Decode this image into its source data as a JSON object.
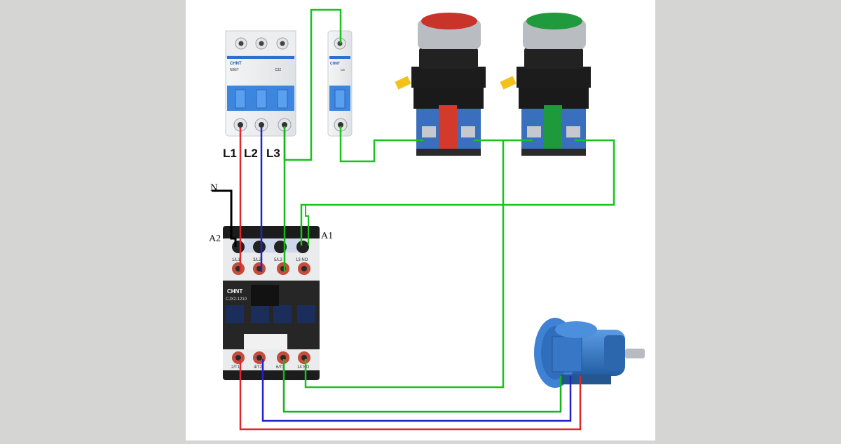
{
  "phase_labels": [
    "L1",
    "L2",
    "L3"
  ],
  "neutral_label": "N",
  "coil_labels": {
    "a2": "A2",
    "a1": "A1"
  },
  "breaker_brand": "CHNT",
  "breaker_model": "NB6T",
  "breaker_rating": "C32",
  "breaker_single_rating": "C6",
  "contactor": {
    "brand": "CHNT",
    "model": "CJX2-1210",
    "top_terminals": [
      "1/L1",
      "3/L2",
      "5/L3",
      "13 NO"
    ],
    "bottom_terminals": [
      "2/T1",
      "4/T2",
      "6/T3",
      "14 NO"
    ]
  },
  "buttons": [
    {
      "color": "#c8342a",
      "function": "stop"
    },
    {
      "color": "#1f9a3c",
      "function": "start"
    }
  ],
  "wire_colors": {
    "l1": "#e0262a",
    "l2": "#2222c8",
    "l3": "#16b51a",
    "control": "#16c41a",
    "neutral": "#000000"
  },
  "motor_color": "#3a7fd0"
}
